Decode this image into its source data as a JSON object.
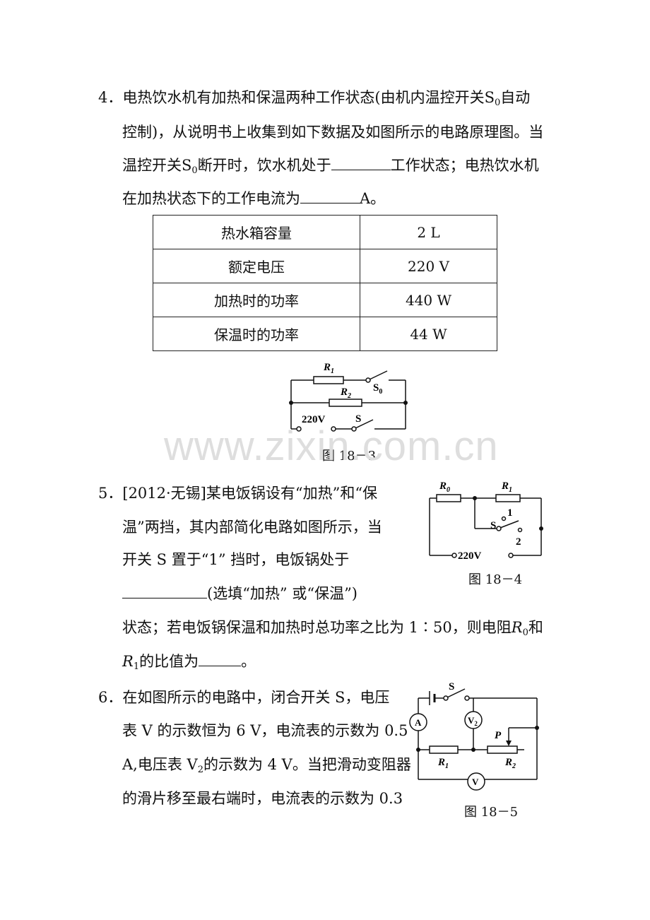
{
  "q4": {
    "number": "4．",
    "line1": "电热饮水机有加热和保温两种工作状态(由机内温控开关",
    "switch_letter": "S",
    "switch_sub": "0",
    "line1_end": "自动",
    "line2": "控制)，从说明书上收集到如下数据及如图所示的电路原理图。当",
    "line3_a": "温控开关",
    "line3_b": "断开时，饮水机处于",
    "line3_c": "工作状态；电热饮水机",
    "line4_a": "在加热状态下的工作电流为",
    "line4_b": "A。",
    "table": [
      {
        "key": "热水箱容量",
        "value": "2 L"
      },
      {
        "key": "额定电压",
        "value": "220 V"
      },
      {
        "key": "加热时的功率",
        "value": "440 W"
      },
      {
        "key": "保温时的功率",
        "value": "44 W"
      }
    ],
    "fig": {
      "r1": "R",
      "r1_sub": "1",
      "r2": "R",
      "r2_sub": "2",
      "s0": "S",
      "s0_sub": "0",
      "voltage": "220V",
      "s": "S",
      "caption": "图 18－3"
    }
  },
  "q5": {
    "number": "5．",
    "line1": "[2012·无锡]某电饭锅设有“加热”和“保",
    "line2": "温”两挡，其内部简化电路如图所示，当",
    "line3": "开关 S 置于“1” 挡时，电饭锅处于",
    "line4": "(选填“加热” 或“保温”)",
    "line5_a": "状态；若电饭锅保温和加热时总功率之比为 1∶50，则电阻",
    "line5_b": "和",
    "r0": "R",
    "r0_sub": "0",
    "r1": "R",
    "r1_sub": "1",
    "line6": "的比值为",
    "line6_end": "。",
    "fig": {
      "r0": "R",
      "r0_sub": "0",
      "r1": "R",
      "r1_sub": "1",
      "s": "S",
      "pos1": "1",
      "pos2": "2",
      "voltage": "220V",
      "caption": "图 18－4"
    }
  },
  "q6": {
    "number": "6．",
    "line1": "在如图所示的电路中，闭合开关 S，电压",
    "line2": "表 V 的示数恒为 6 V，电流表的示数为 0.5",
    "line3_a": "A,电压表 V",
    "line3_sub": "2",
    "line3_b": "的示数为 4 V。当把滑动变阻器",
    "line4": "的滑片移至最右端时，电流表的示数为 0.3",
    "fig": {
      "s": "S",
      "ammeter": "A",
      "v2": "V",
      "v2_sub": "2",
      "p": "P",
      "r1": "R",
      "r1_sub": "1",
      "r2": "R",
      "r2_sub": "2",
      "v": "V",
      "caption": "图 18－5"
    }
  },
  "watermark": "www.zixin.com.cn"
}
